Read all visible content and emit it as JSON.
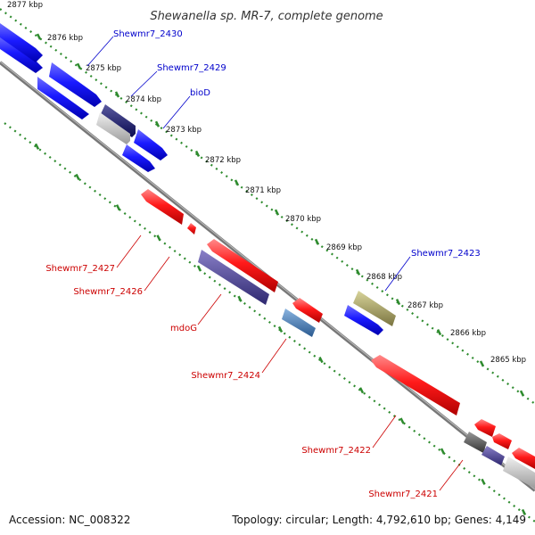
{
  "title": "Shewanella sp. MR-7, complete genome",
  "footer": {
    "accession": "Accession: NC_008322",
    "summary": "Topology: circular; Length: 4,792,610 bp; Genes: 4,149"
  },
  "colors": {
    "forward_gene": "#1a1aff",
    "reverse_gene": "#ff1a1a",
    "ruler_ticks": "#2e8b2e",
    "backbone": "#888888",
    "forward_label": "#0000cc",
    "reverse_label": "#cc0000"
  },
  "scale_labels": [
    "2877 kbp",
    "2876 kbp",
    "2875 kbp",
    "2874 kbp",
    "2873 kbp",
    "2872 kbp",
    "2871 kbp",
    "2870 kbp",
    "2869 kbp",
    "2868 kbp",
    "2867 kbp",
    "2866 kbp",
    "2865 kbp"
  ],
  "forward_gene_labels": [
    "Shewmr7_2430",
    "Shewmr7_2429",
    "bioD",
    "Shewmr7_2423"
  ],
  "reverse_gene_labels": [
    "Shewmr7_2427",
    "Shewmr7_2426",
    "mdoG",
    "Shewmr7_2424",
    "Shewmr7_2422",
    "Shewmr7_2421"
  ]
}
